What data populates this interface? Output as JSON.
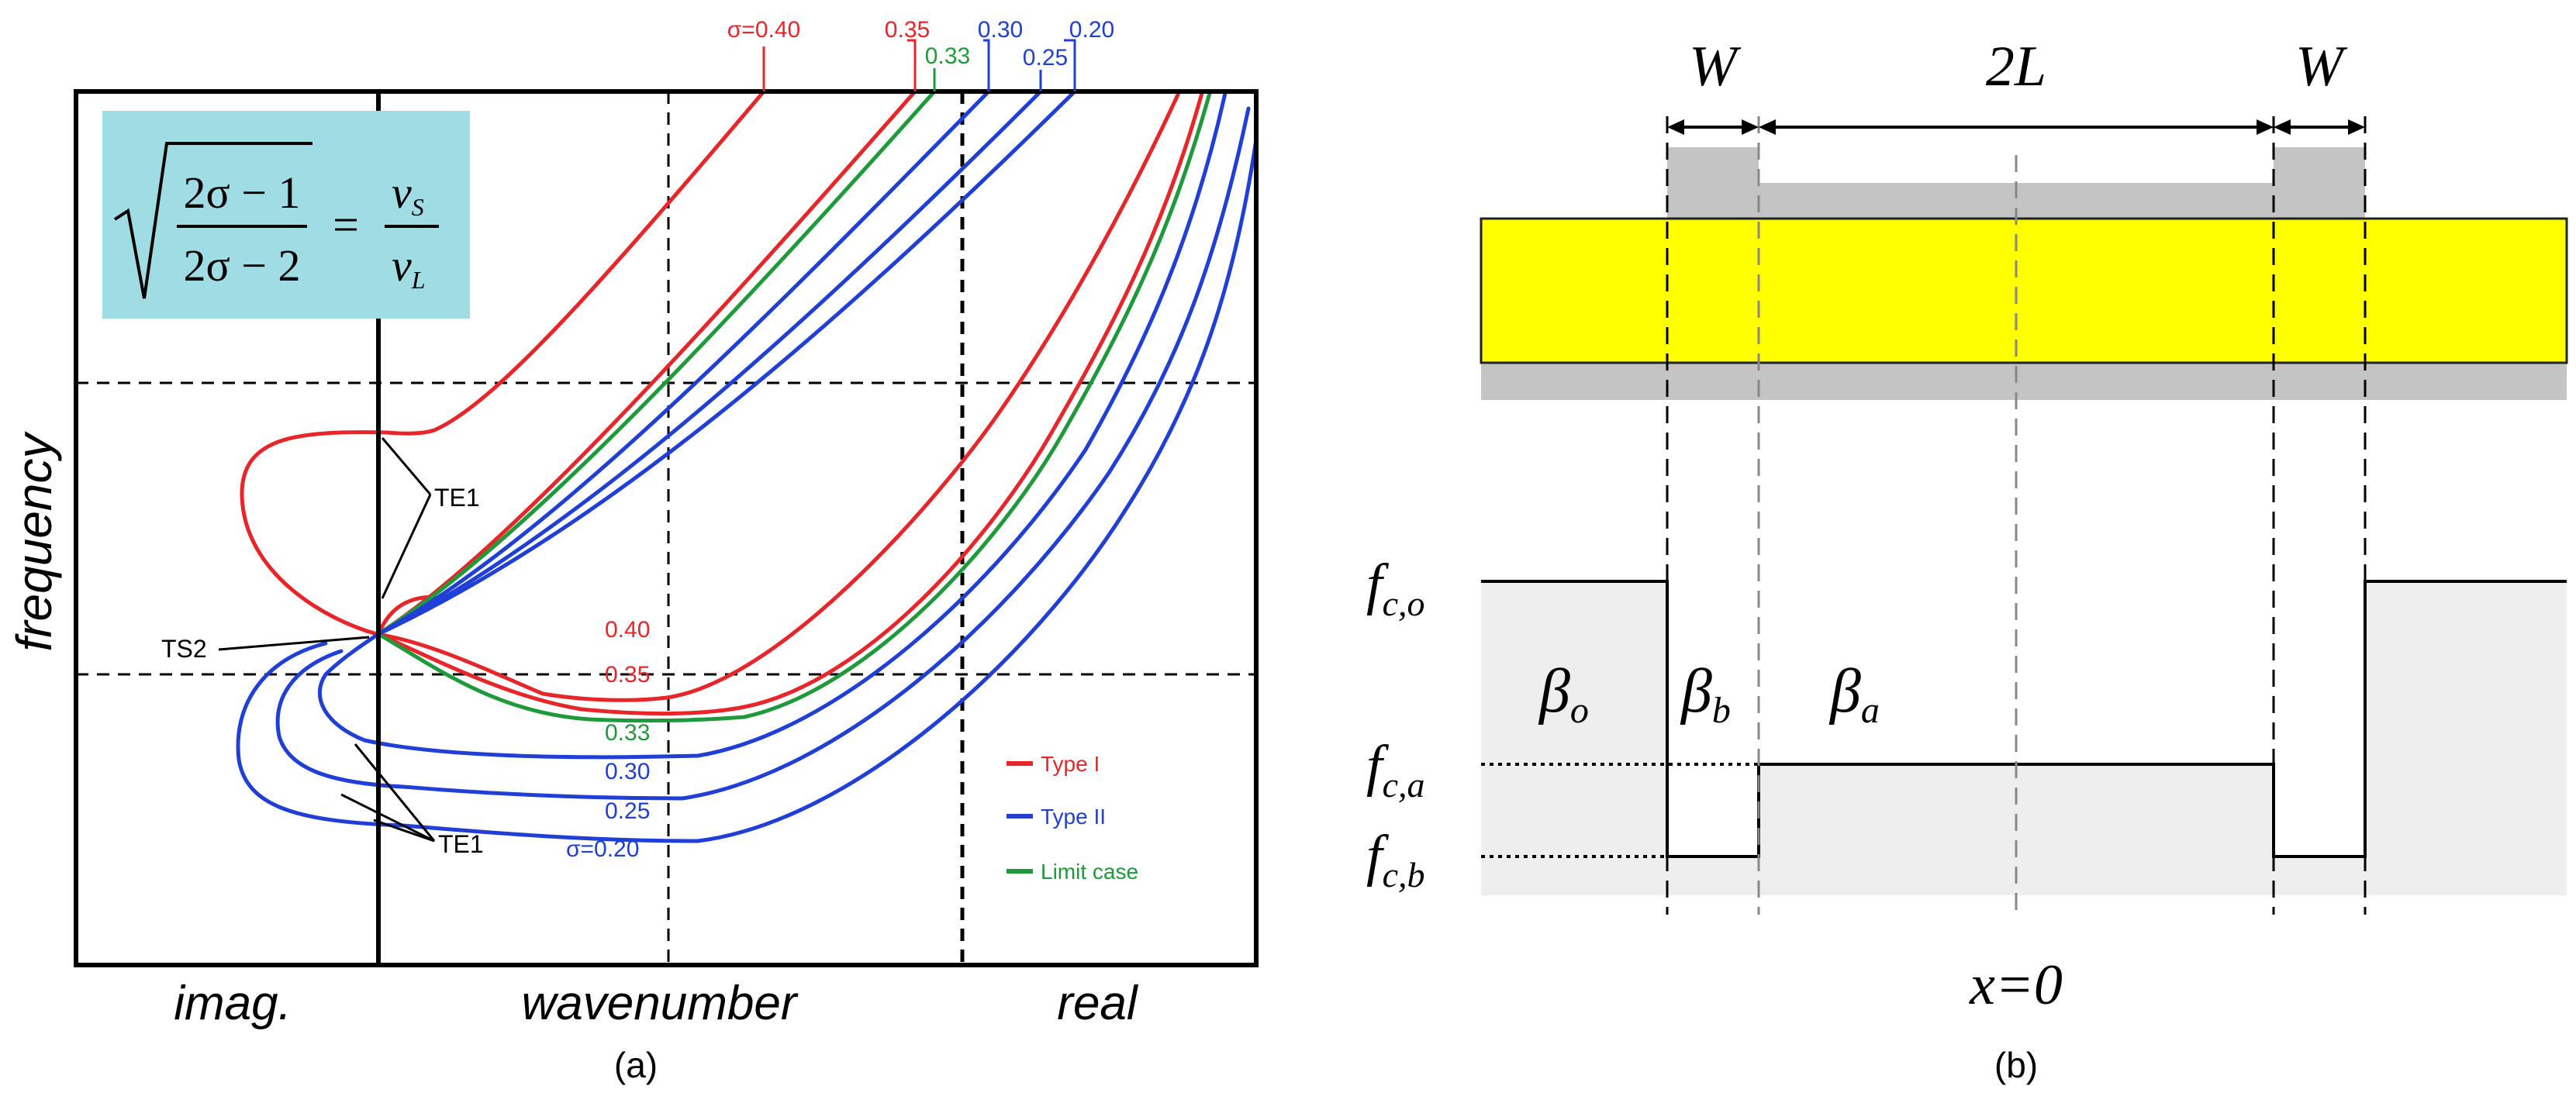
{
  "panel_a": {
    "equation": {
      "numerator": "2σ − 1",
      "denominator": "2σ − 2",
      "rhs_numerator": "v",
      "rhs_numerator_sub": "S",
      "rhs_denominator": "v",
      "rhs_denominator_sub": "L"
    },
    "y_axis_label": "frequency",
    "x_axis_labels": {
      "left": "imag.",
      "center": "wavenumber",
      "right": "real"
    },
    "annotations": {
      "te1_upper": "TE1",
      "ts2": "TS2",
      "te1_lower": "TE1"
    },
    "top_labels": [
      {
        "text": "σ=0.40",
        "color": "#e8262a"
      },
      {
        "text": "0.35",
        "color": "#e8262a"
      },
      {
        "text": "0.33",
        "color": "#1f9a3a"
      },
      {
        "text": "0.30",
        "color": "#1f3fd6"
      },
      {
        "text": "0.25",
        "color": "#1f3fd6"
      },
      {
        "text": "0.20",
        "color": "#1f3fd6"
      }
    ],
    "curve_labels": [
      {
        "text": "0.40",
        "color": "#e8262a"
      },
      {
        "text": "0.35",
        "color": "#e8262a"
      },
      {
        "text": "0.33",
        "color": "#1f9a3a"
      },
      {
        "text": "0.30",
        "color": "#1f3fd6"
      },
      {
        "text": "0.25",
        "color": "#1f3fd6"
      },
      {
        "text": "σ=0.20",
        "color": "#1f3fd6"
      }
    ],
    "legend": [
      {
        "text": "Type I",
        "color": "#e8262a"
      },
      {
        "text": "Type II",
        "color": "#1f3fd6"
      },
      {
        "text": "Limit case",
        "color": "#1f9a3a"
      }
    ],
    "caption": "(a)"
  },
  "panel_b": {
    "dim_labels": {
      "w_left": "W",
      "two_l": "2L",
      "w_right": "W"
    },
    "levels": [
      {
        "main": "f",
        "sub": "c,o"
      },
      {
        "main": "f",
        "sub": "c,a"
      },
      {
        "main": "f",
        "sub": "c,b"
      }
    ],
    "betas": [
      {
        "main": "β",
        "sub": "o"
      },
      {
        "main": "β",
        "sub": "b"
      },
      {
        "main": "β",
        "sub": "a"
      }
    ],
    "origin_label": "x=0",
    "caption": "(b)",
    "colors": {
      "layer": "#ffff00",
      "electrode": "#c4c4c4",
      "shade": "#eeeeee"
    }
  }
}
